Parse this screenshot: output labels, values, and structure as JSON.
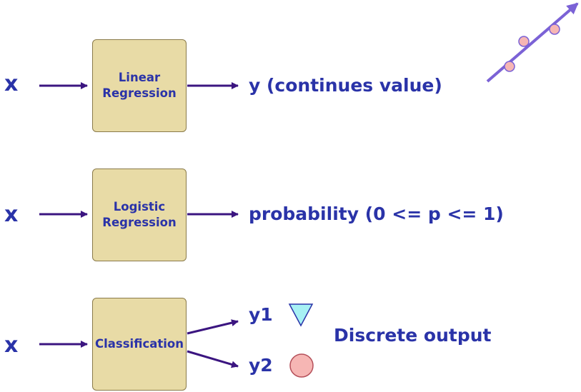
{
  "colors": {
    "text": "#2a33a8",
    "arrow": "#3b1580",
    "box_fill": "#e8dba6",
    "box_border": "#8a7a4a",
    "trend_line": "#7b62d6",
    "point_fill": "#f6b6b4",
    "triangle_fill": "#a7f1f4"
  },
  "rows": [
    {
      "input": "x",
      "box": "Linear\nRegression",
      "output": "y (continues value)"
    },
    {
      "input": "x",
      "box": "Logistic\nRegression",
      "output": "probability (0 <= p <= 1)"
    },
    {
      "input": "x",
      "box": "Classification",
      "outputs": [
        "y1",
        "y2"
      ],
      "note": "Discrete output"
    }
  ],
  "icons": {
    "trend": "scatter-trend-arrow-icon",
    "class1": "triangle-down-icon",
    "class2": "circle-icon"
  }
}
